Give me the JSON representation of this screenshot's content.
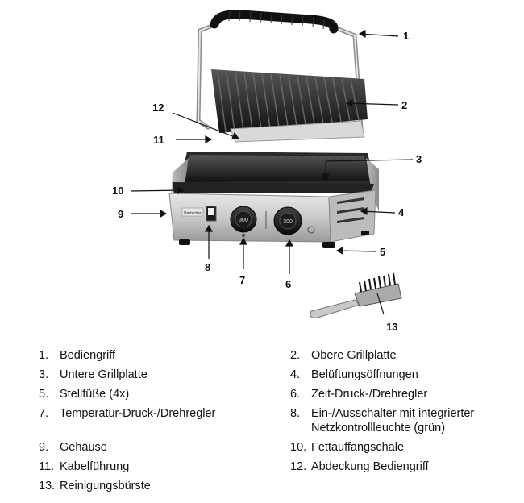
{
  "callouts": [
    "1",
    "2",
    "3",
    "4",
    "5",
    "6",
    "7",
    "8",
    "9",
    "10",
    "11",
    "12",
    "13"
  ],
  "knob_left_readout": "300",
  "knob_right_readout": "300",
  "brand_badge": "Bartscher",
  "legend": [
    {
      "num": "1.",
      "text": "Bediengriff"
    },
    {
      "num": "2.",
      "text": "Obere Grillplatte"
    },
    {
      "num": "3.",
      "text": "Untere Grillplatte"
    },
    {
      "num": "4.",
      "text": "Belüftungsöffnungen"
    },
    {
      "num": "5.",
      "text": "Stellfüße (4x)"
    },
    {
      "num": "6.",
      "text": "Zeit-Druck-/Drehregler"
    },
    {
      "num": "7.",
      "text": "Temperatur-Druck-/Drehregler"
    },
    {
      "num": "8.",
      "text": "Ein-/Ausschalter mit integrierter Netzkontrollleuchte (grün)"
    },
    {
      "num": "9.",
      "text": "Gehäuse"
    },
    {
      "num": "10.",
      "text": "Fettauffangschale"
    },
    {
      "num": "11.",
      "text": "Kabelführung"
    },
    {
      "num": "12.",
      "text": "Abdeckung Bediengriff"
    },
    {
      "num": "13.",
      "text": "Reinigungsbürste"
    }
  ]
}
